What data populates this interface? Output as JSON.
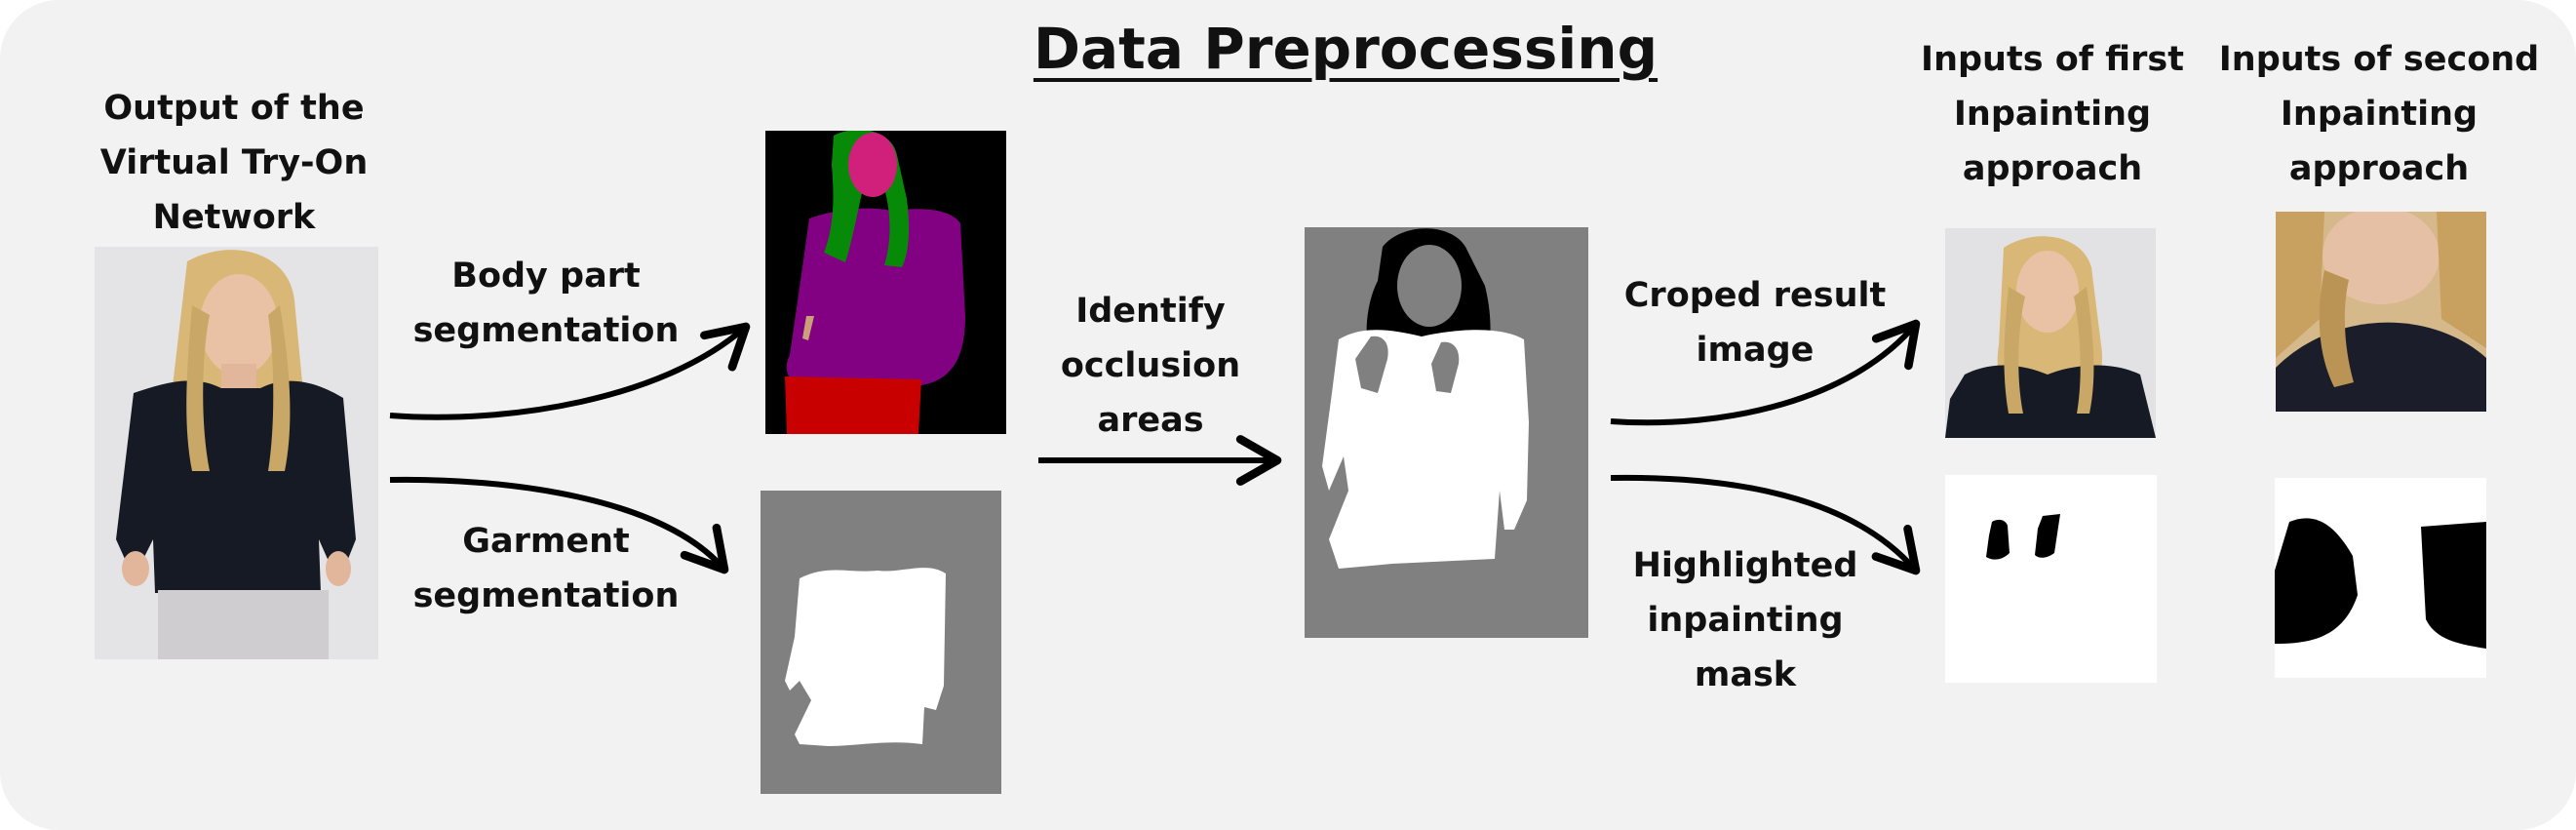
{
  "title": "Data Preprocessing",
  "labels": {
    "output": "Output of the\nVirtual Try-On\nNetwork",
    "body_seg": "Body part\nsegmentation",
    "garment_seg": "Garment\nsegmentation",
    "identify": "Identify\nocclusion\nareas",
    "cropped": "Croped result\nimage",
    "mask": "Highlighted\ninpainting\nmask",
    "first_inputs": "Inputs of first\nInpainting\napproach",
    "second_inputs": "Inputs of second\nInpainting\napproach"
  }
}
